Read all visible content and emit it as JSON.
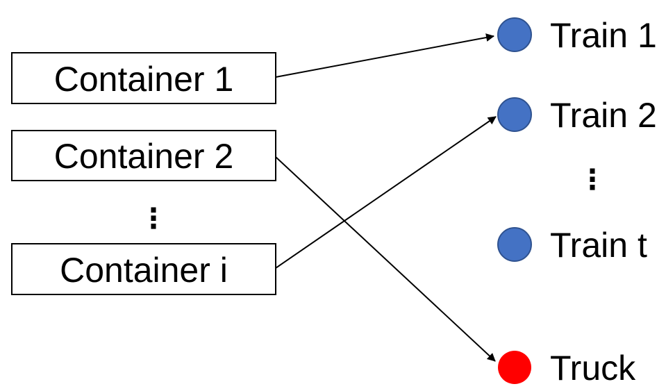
{
  "containers": [
    {
      "label": "Container 1"
    },
    {
      "label": "Container 2"
    },
    {
      "label": "Container i"
    }
  ],
  "nodes": [
    {
      "label": "Train 1",
      "color": "#4472C4"
    },
    {
      "label": "Train 2",
      "color": "#4472C4"
    },
    {
      "label": "Train t",
      "color": "#4472C4"
    },
    {
      "label": "Truck",
      "color": "#FF0000"
    }
  ],
  "ellipsis": "⋮",
  "assignments": [
    {
      "from": "Container 1",
      "to": "Train 1"
    },
    {
      "from": "Container 2",
      "to": "Truck"
    },
    {
      "from": "Container i",
      "to": "Train 2"
    }
  ]
}
